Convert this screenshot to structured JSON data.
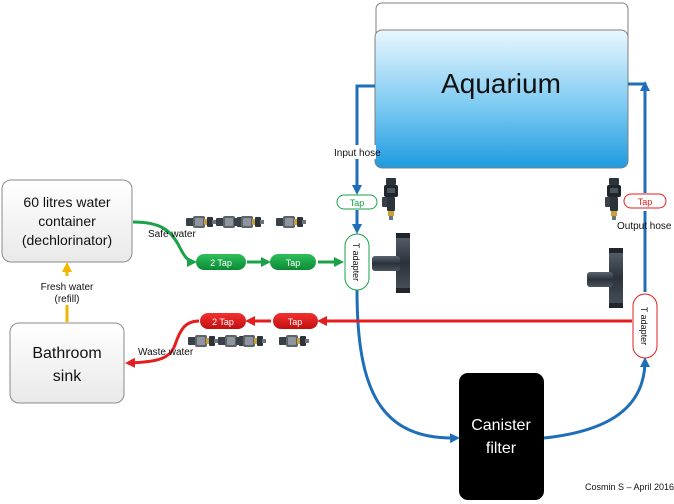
{
  "aquarium": {
    "label": "Aquarium"
  },
  "container": {
    "line1": "60 litres water",
    "line2": "container",
    "line3": "(dechlorinator)"
  },
  "sink": {
    "line1": "Bathroom",
    "line2": "sink"
  },
  "filter": {
    "line1": "Canister",
    "line2": "filter"
  },
  "labels": {
    "input_hose": "Input hose",
    "output_hose": "Output hose",
    "safe_water": "Safe water",
    "waste_water": "Waste water",
    "fresh_water_1": "Fresh water",
    "fresh_water_2": "(refill)",
    "credit": "Cosmin S – April 2016"
  },
  "pills": {
    "tap_input": "Tap",
    "tap_output": "Tap",
    "green_2tap": "2 Tap",
    "green_tap": "Tap",
    "red_2tap": "2 Tap",
    "red_tap": "Tap",
    "t_adapter_left": "T adapter",
    "t_adapter_right": "T adapter"
  },
  "colors": {
    "blue_flow": "#1f6fb8",
    "green_flow": "#1aa24a",
    "red_flow": "#e41e1e",
    "yellow_flow": "#f2b600",
    "aquarium_top": "#e8f6fd",
    "aquarium_bottom": "#2aa3e3"
  },
  "icons": {
    "connector": "hose-connector-icon",
    "t_piece": "t-piece-icon",
    "tap": "tap-valve-icon"
  }
}
